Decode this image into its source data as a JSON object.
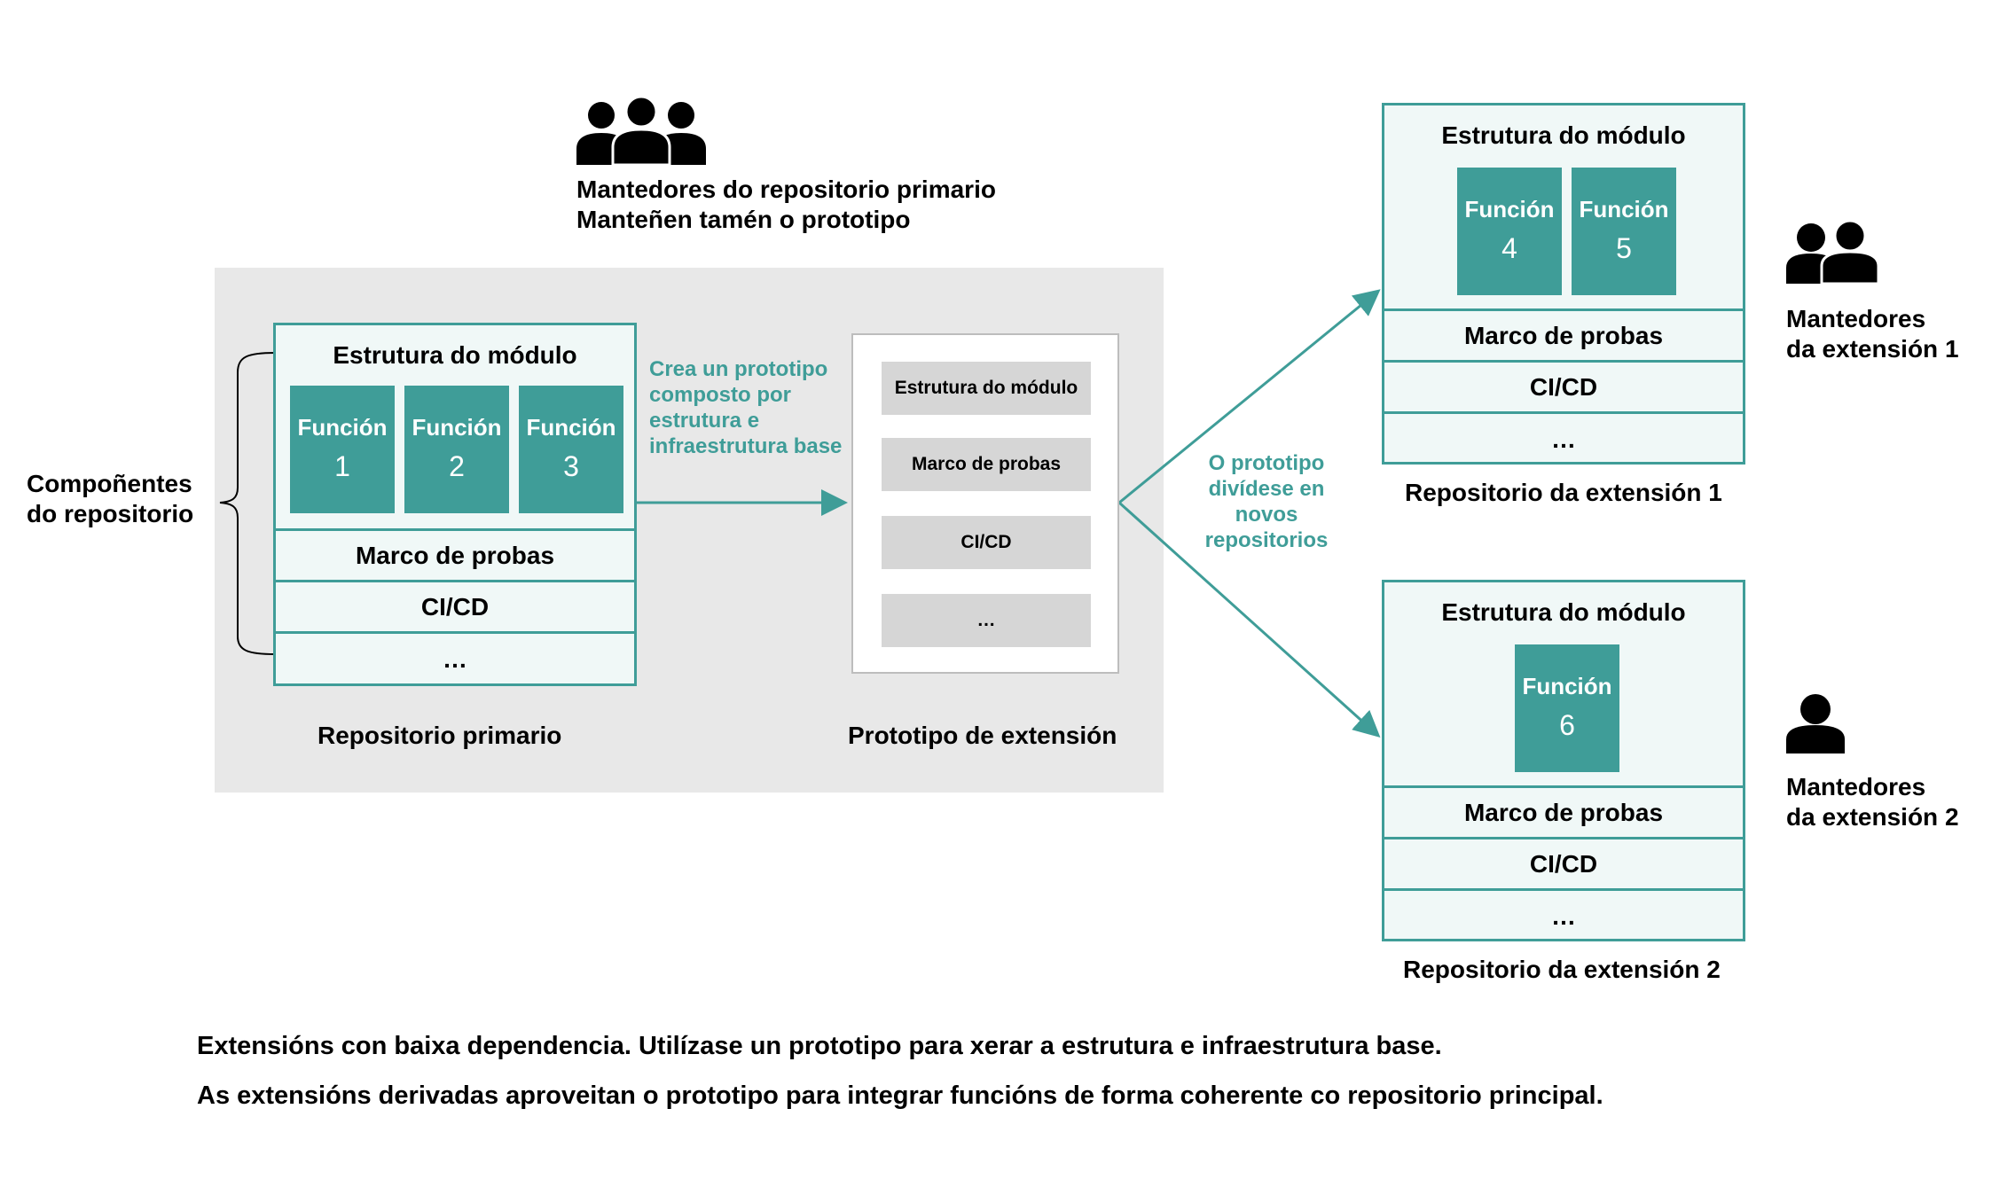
{
  "primary": {
    "maintainers_line1": "Mantedores do repositorio primario",
    "maintainers_line2": "Manteñen tamén o prototipo",
    "components_line1": "Compoñentes",
    "components_line2": "do repositorio",
    "module_structure": "Estrutura do módulo",
    "functions": [
      {
        "label": "Función",
        "num": "1"
      },
      {
        "label": "Función",
        "num": "2"
      },
      {
        "label": "Función",
        "num": "3"
      }
    ],
    "test_framework": "Marco de probas",
    "cicd": "CI/CD",
    "ellipsis": "…",
    "caption": "Repositorio primario"
  },
  "create_note": {
    "line1": "Crea un prototipo",
    "line2": "composto por",
    "line3": "estrutura e",
    "line4": "infraestrutura base"
  },
  "prototype": {
    "items": [
      "Estrutura do módulo",
      "Marco de probas",
      "CI/CD",
      "…"
    ],
    "caption": "Prototipo de extensión"
  },
  "split_note": {
    "line1": "O prototipo",
    "line2": "divídese en",
    "line3": "novos",
    "line4": "repositorios"
  },
  "ext1": {
    "module_structure": "Estrutura do módulo",
    "functions": [
      {
        "label": "Función",
        "num": "4"
      },
      {
        "label": "Función",
        "num": "5"
      }
    ],
    "test_framework": "Marco de probas",
    "cicd": "CI/CD",
    "ellipsis": "…",
    "caption": "Repositorio da extensión 1",
    "maintainers_line1": "Mantedores",
    "maintainers_line2": "da extensión 1"
  },
  "ext2": {
    "module_structure": "Estrutura do módulo",
    "functions": [
      {
        "label": "Función",
        "num": "6"
      }
    ],
    "test_framework": "Marco de probas",
    "cicd": "CI/CD",
    "ellipsis": "…",
    "caption": "Repositorio da extensión 2",
    "maintainers_line1": "Mantedores",
    "maintainers_line2": "da extensión 2"
  },
  "footer": {
    "line1": "Extensións con baixa dependencia. Utilízase un prototipo para xerar a estrutura e infraestrutura base.",
    "line2": "As extensións derivadas aproveitan o prototipo para integrar funcións de forma coherente co repositorio principal."
  },
  "colors": {
    "accent": "#3f9d98",
    "box_fill": "#f0f8f7",
    "panel": "#e8e8e8",
    "proto_item": "#d6d6d6"
  },
  "icons": {
    "primary_maintainers": "group-of-three-people-icon",
    "ext1_maintainers": "two-people-icon",
    "ext2_maintainers": "single-person-icon"
  }
}
